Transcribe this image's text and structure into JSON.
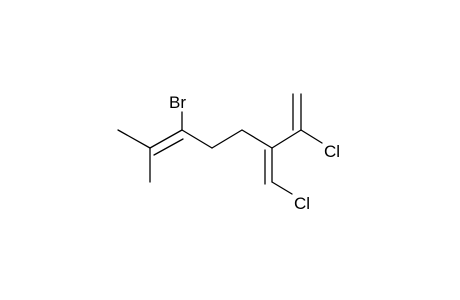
{
  "molecule": {
    "atoms": {
      "br": "Br",
      "cl1": "Cl",
      "cl2": "Cl"
    }
  },
  "colors": {
    "bond": "#000000",
    "label": "#000000",
    "background": "#ffffff"
  }
}
